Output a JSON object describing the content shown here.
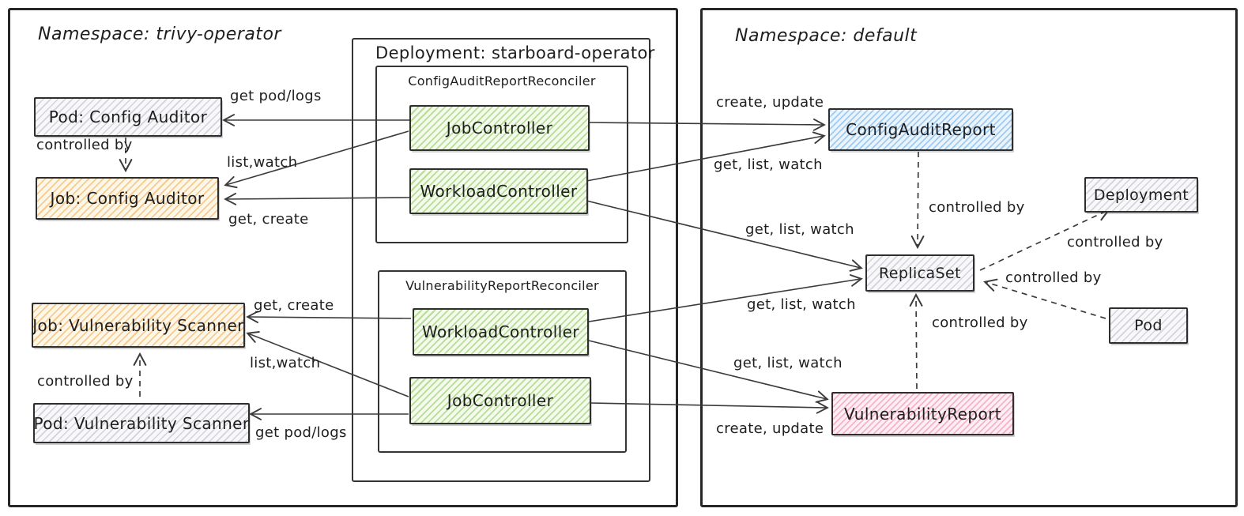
{
  "panels": {
    "trivy": {
      "title": "Namespace: trivy-operator"
    },
    "default": {
      "title": "Namespace: default"
    }
  },
  "groups": {
    "deployment": {
      "title": "Deployment: starboard-operator"
    },
    "config_reconciler": {
      "title": "ConfigAuditReportReconciler"
    },
    "vuln_reconciler": {
      "title": "VulnerabilityReportReconciler"
    }
  },
  "nodes": {
    "pod_config_auditor": {
      "label": "Pod: Config Auditor",
      "color": "gray"
    },
    "job_config_auditor": {
      "label": "Job: Config Auditor",
      "color": "orange"
    },
    "job_controller_config": {
      "label": "JobController",
      "color": "green"
    },
    "workload_controller_config": {
      "label": "WorkloadController",
      "color": "green"
    },
    "workload_controller_vuln": {
      "label": "WorkloadController",
      "color": "green"
    },
    "job_controller_vuln": {
      "label": "JobController",
      "color": "green"
    },
    "job_vuln_scanner": {
      "label": "Job: Vulnerability Scanner",
      "color": "orange"
    },
    "pod_vuln_scanner": {
      "label": "Pod: Vulnerability Scanner",
      "color": "gray"
    },
    "config_audit_report": {
      "label": "ConfigAuditReport",
      "color": "blue"
    },
    "replica_set": {
      "label": "ReplicaSet",
      "color": "gray"
    },
    "deployment": {
      "label": "Deployment",
      "color": "gray"
    },
    "pod": {
      "label": "Pod",
      "color": "gray"
    },
    "vulnerability_report": {
      "label": "VulnerabilityReport",
      "color": "pink"
    }
  },
  "edges": [
    {
      "from": "job_controller_config",
      "to": "pod_config_auditor",
      "label": "get pod/logs",
      "style": "solid"
    },
    {
      "from": "job_controller_config",
      "to": "job_config_auditor",
      "label": "list,watch",
      "style": "solid"
    },
    {
      "from": "workload_controller_config",
      "to": "job_config_auditor",
      "label": "get, create",
      "style": "solid"
    },
    {
      "from": "pod_config_auditor",
      "to": "job_config_auditor",
      "label": "controlled by",
      "style": "dashed"
    },
    {
      "from": "job_controller_config",
      "to": "config_audit_report",
      "label": "create, update",
      "style": "solid"
    },
    {
      "from": "workload_controller_config",
      "to": "config_audit_report",
      "label": "get, list, watch",
      "style": "solid"
    },
    {
      "from": "workload_controller_config",
      "to": "replica_set",
      "label": "get, list, watch",
      "style": "solid"
    },
    {
      "from": "workload_controller_vuln",
      "to": "replica_set",
      "label": "get, list, watch",
      "style": "solid"
    },
    {
      "from": "workload_controller_vuln",
      "to": "vulnerability_report",
      "label": "get, list, watch",
      "style": "solid"
    },
    {
      "from": "job_controller_vuln",
      "to": "vulnerability_report",
      "label": "create, update",
      "style": "solid"
    },
    {
      "from": "workload_controller_vuln",
      "to": "job_vuln_scanner",
      "label": "get, create",
      "style": "solid"
    },
    {
      "from": "job_controller_vuln",
      "to": "job_vuln_scanner",
      "label": "list,watch",
      "style": "solid"
    },
    {
      "from": "pod_vuln_scanner",
      "to": "job_vuln_scanner",
      "label": "controlled by",
      "style": "dashed"
    },
    {
      "from": "job_controller_vuln",
      "to": "pod_vuln_scanner",
      "label": "get pod/logs",
      "style": "solid"
    },
    {
      "from": "config_audit_report",
      "to": "replica_set",
      "label": "controlled by",
      "style": "dashed"
    },
    {
      "from": "replica_set",
      "to": "deployment",
      "label": "controlled by",
      "style": "dashed"
    },
    {
      "from": "pod",
      "to": "replica_set",
      "label": "controlled by",
      "style": "dashed"
    },
    {
      "from": "vulnerability_report",
      "to": "replica_set",
      "label": "controlled by",
      "style": "dashed"
    }
  ],
  "colors": {
    "stroke": "#3b3b3b",
    "green": "#84c450",
    "orange": "#f0a642",
    "blue": "#64a8e8",
    "pink": "#f082a5",
    "gray": "#9a9ca8",
    "text": "#1e1e1e"
  }
}
